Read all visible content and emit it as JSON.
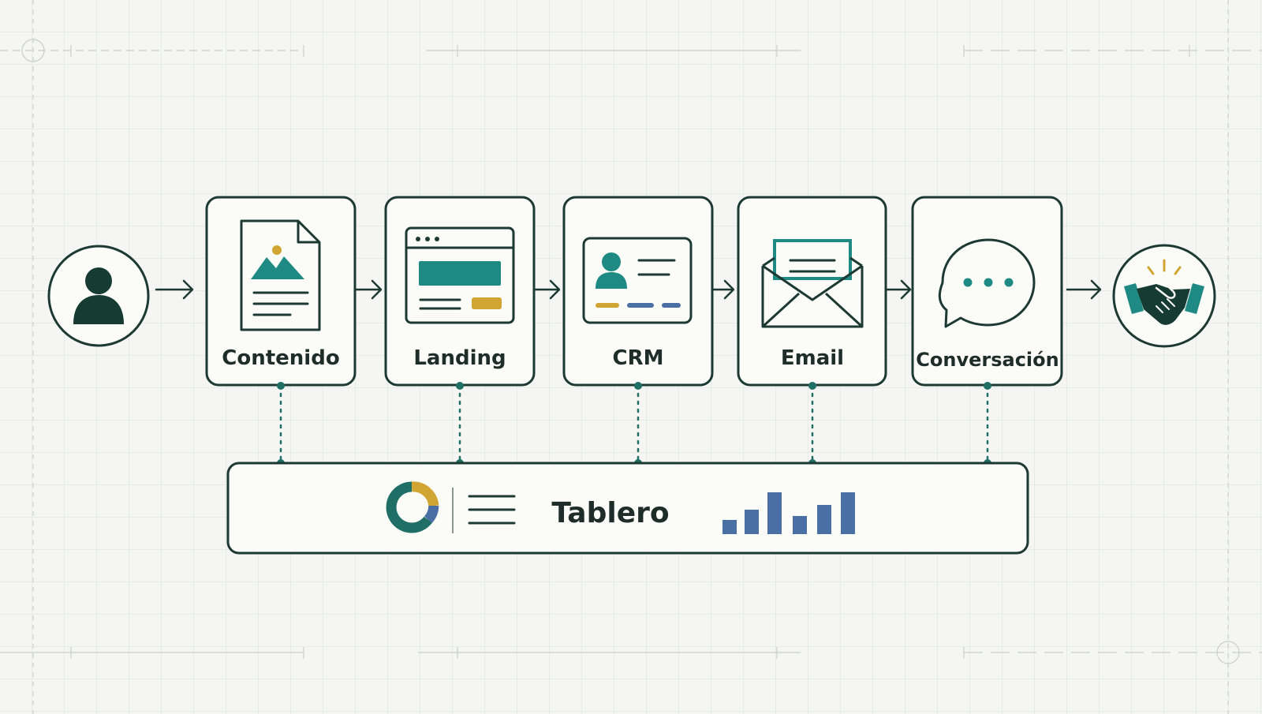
{
  "steps": [
    {
      "label": "Contenido",
      "icon": "document-image-icon"
    },
    {
      "label": "Landing",
      "icon": "browser-window-icon"
    },
    {
      "label": "CRM",
      "icon": "contact-card-icon"
    },
    {
      "label": "Email",
      "icon": "envelope-icon"
    },
    {
      "label": "Conversación",
      "icon": "chat-bubble-icon"
    }
  ],
  "start_icon": "user-icon",
  "end_icon": "handshake-icon",
  "dashboard": {
    "label": "Tablero",
    "icons": [
      "donut-chart-icon",
      "list-icon",
      "bar-chart-icon"
    ]
  },
  "colors": {
    "outline": "#1c3a33",
    "teal": "#1f8a84",
    "dark_green": "#153b33",
    "gold": "#d1a531",
    "blue": "#4a6fa5",
    "box_fill": "#fbfbf8",
    "grid": "#e7ebe6"
  }
}
